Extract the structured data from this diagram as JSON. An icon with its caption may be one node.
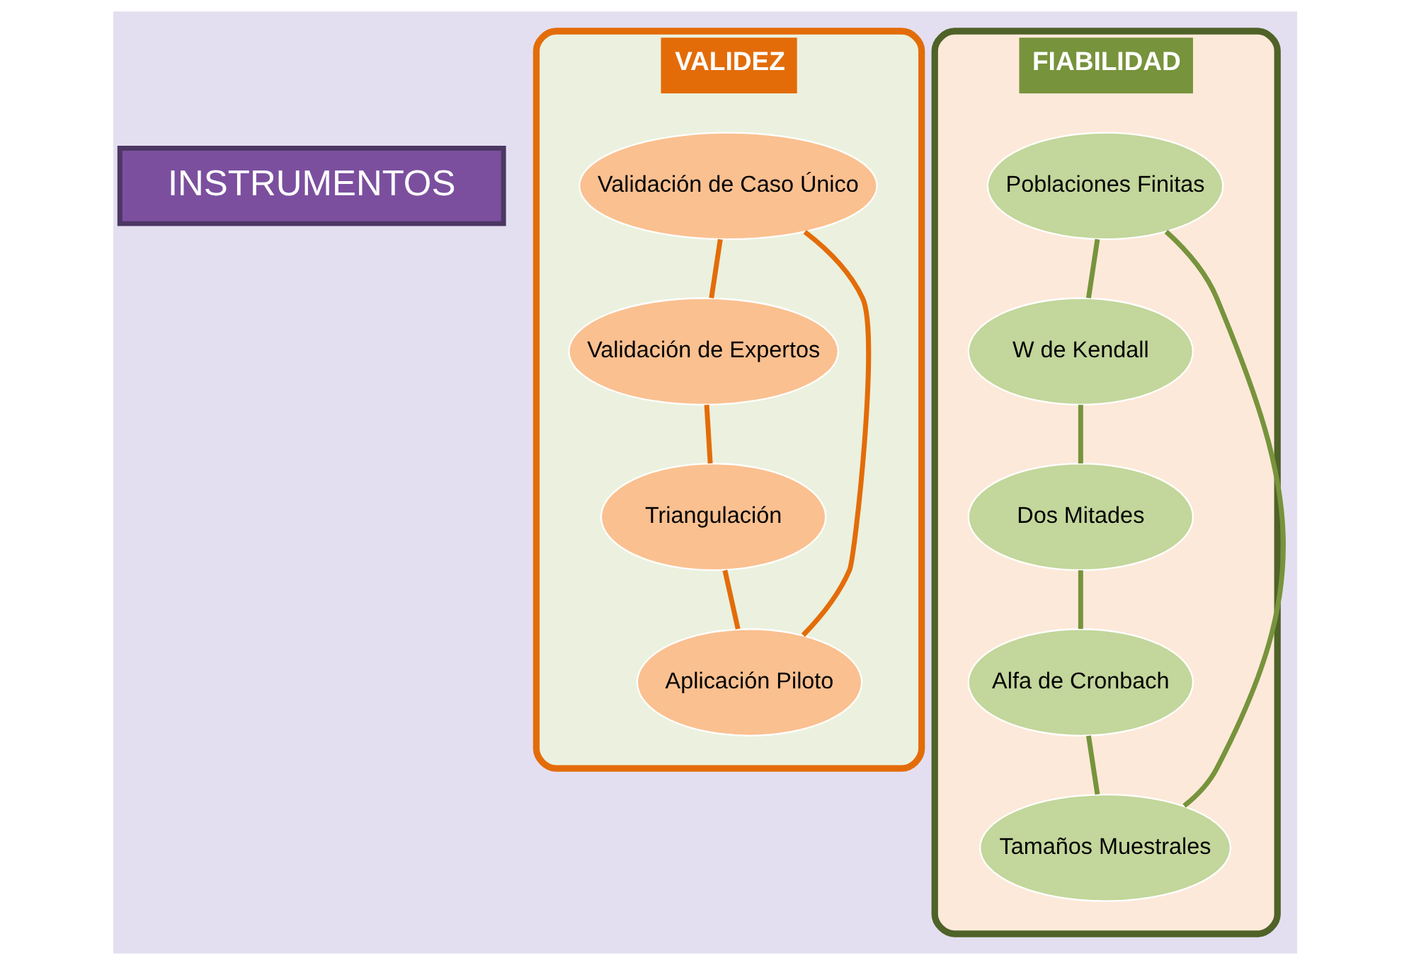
{
  "diagram": {
    "nodes": [
      {
        "text": [
          "INSTRUMENTOS"
        ]
      },
      {
        "text": [
          "VALIDEZ"
        ]
      },
      {
        "text": [
          "Validación de Caso Único"
        ],
        "in": 1
      },
      {
        "text": [
          "Validación de Expertos"
        ],
        "in": 1
      },
      {
        "text": [
          "Aplicación Piloto"
        ],
        "in": 1
      },
      {
        "text": [
          "Triangulación"
        ],
        "in": 1
      },
      {
        "text": [
          "FIABILIDAD"
        ]
      },
      {
        "text": [
          "Poblaciones Finitas"
        ],
        "in": 6
      },
      {
        "text": [
          "Tamaños Muestrales"
        ],
        "in": 6
      },
      {
        "text": [
          "W de Kendall"
        ],
        "in": 6
      },
      {
        "text": [
          "Alfa de Cronbach"
        ],
        "in": 6
      },
      {
        "text": [
          "Dos Mitades"
        ],
        "in": 6
      }
    ],
    "edges": [
      {
        "from": 2,
        "to": 3,
        "arrow": "none",
        "color": "#e36c09"
      },
      {
        "from": 3,
        "to": 5,
        "arrow": "none",
        "color": "#e36c09"
      },
      {
        "from": 5,
        "to": 4,
        "arrow": "none",
        "color": "#e36c09"
      },
      {
        "from": 4,
        "to": 2,
        "arrow": "none",
        "color": "#e36c09"
      },
      {
        "from": 7,
        "to": 9,
        "arrow": "none"
      },
      {
        "from": 9,
        "to": 11,
        "arrow": "none"
      },
      {
        "from": 11,
        "to": 10,
        "arrow": "none"
      },
      {
        "from": 10,
        "to": 8,
        "arrow": "none"
      },
      {
        "from": 8,
        "to": 7,
        "arrow": "none"
      }
    ]
  }
}
